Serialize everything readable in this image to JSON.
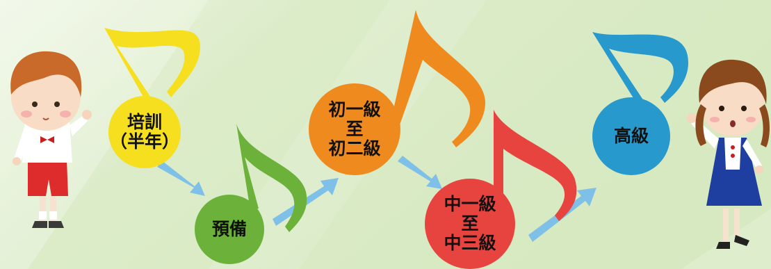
{
  "colors": {
    "background": "#d9ebc4",
    "background_light": "#eef6e3",
    "arrow": "#7fc0e8",
    "note_yellow": "#f6df1e",
    "note_green": "#6cb23a",
    "note_orange": "#ef8b1e",
    "note_red": "#e8443f",
    "note_blue": "#2799cc"
  },
  "stages": [
    {
      "id": "training",
      "lines": [
        "培訓",
        "（半年）"
      ],
      "color": "note_yellow"
    },
    {
      "id": "preparatory",
      "lines": [
        "預備"
      ],
      "color": "note_green"
    },
    {
      "id": "junior",
      "lines": [
        "初一級",
        "至",
        "初二級"
      ],
      "color": "note_orange"
    },
    {
      "id": "intermediate",
      "lines": [
        "中一級",
        "至",
        "中三級"
      ],
      "color": "note_red"
    },
    {
      "id": "advanced",
      "lines": [
        "高級"
      ],
      "color": "note_blue"
    }
  ],
  "characters": [
    {
      "id": "boy",
      "icon": "boy-cartoon-icon"
    },
    {
      "id": "girl",
      "icon": "girl-cartoon-icon"
    }
  ]
}
